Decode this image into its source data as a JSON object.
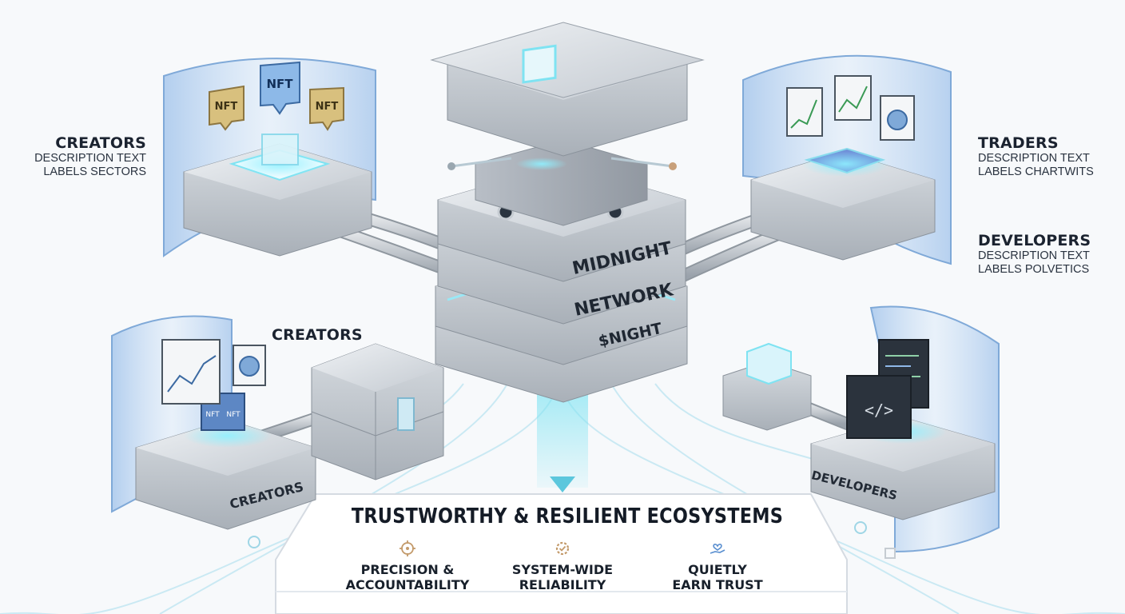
{
  "labels": {
    "creators_top": {
      "title": "CREATORS",
      "line1": "DESCRIPTION TEXT",
      "line2": "LABELS SECTORS"
    },
    "traders": {
      "title": "TRADERS",
      "line1": "DESCRIPTION TEXT",
      "line2": "LABELS CHARTWITS"
    },
    "developers_top": {
      "title": "DEVELOPERS",
      "line1": "DESCRIPTION TEXT",
      "line2": "LABELS POLVETICS"
    },
    "creators_mid": "CREATORS"
  },
  "core": {
    "line1": "MIDNIGHT",
    "line2": "NETWORK",
    "line3": "$NIGHT"
  },
  "nodes": {
    "creators_base": "CREATORS",
    "developers_base": "DEVELOPERS",
    "nft_badges": [
      "NFT",
      "NFT",
      "NFT"
    ],
    "nft_cube": [
      "NFT",
      "NFT"
    ]
  },
  "banner": {
    "title": "TRUSTWORTHY & RESILIENT ECOSYSTEMS",
    "pillars": [
      {
        "line1": "PRECISION &",
        "line2": "ACCOUNTABILITY",
        "icon": "target-icon"
      },
      {
        "line1": "SYSTEM-WIDE",
        "line2": "RELIABILITY",
        "icon": "gear-check-icon"
      },
      {
        "line1": "QUIETLY",
        "line2": "EARN TRUST",
        "icon": "hand-heart-icon"
      }
    ]
  },
  "code_icon": "</>",
  "colors": {
    "glass": "#b9d3f0",
    "metal": "#c9ced4",
    "glow": "#7fe3f2",
    "ink": "#1b2330"
  }
}
